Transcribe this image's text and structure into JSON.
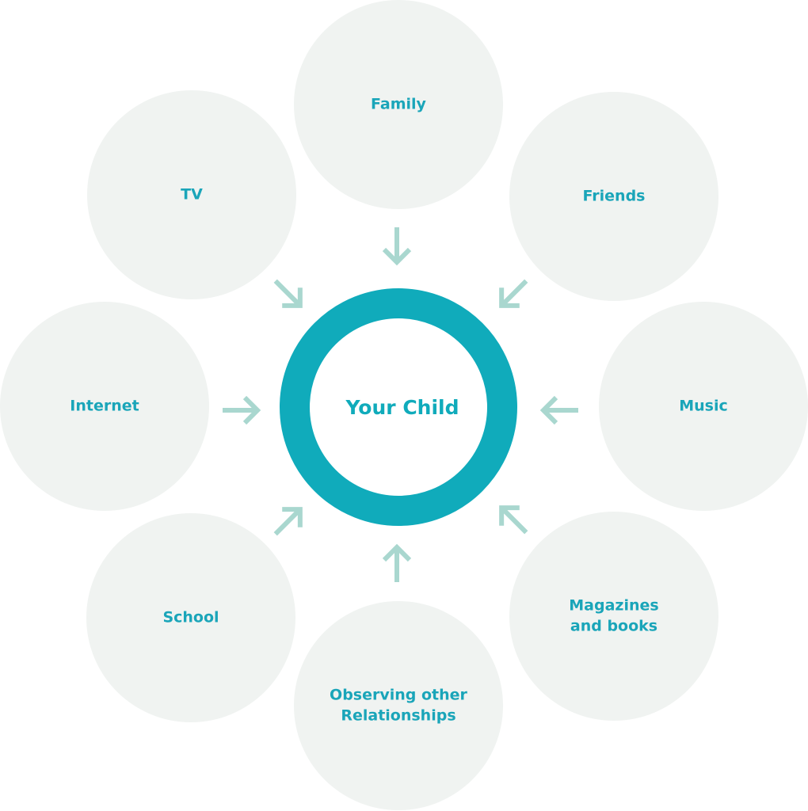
{
  "colors": {
    "accent": "#10abbb",
    "text": "#1aa5b9",
    "bubble": "#f0f3f1",
    "arrow": "#a9d7cf",
    "background": "#ffffff"
  },
  "center": {
    "label": "Your Child"
  },
  "influences": [
    {
      "id": "family",
      "lines": [
        "Family"
      ]
    },
    {
      "id": "friends",
      "lines": [
        "Friends"
      ]
    },
    {
      "id": "music",
      "lines": [
        "Music"
      ]
    },
    {
      "id": "magazines-and-books",
      "lines": [
        "Magazines",
        "and books"
      ]
    },
    {
      "id": "observing-other-relationships",
      "lines": [
        "Observing other",
        "Relationships"
      ]
    },
    {
      "id": "school",
      "lines": [
        "School"
      ]
    },
    {
      "id": "internet",
      "lines": [
        "Internet"
      ]
    },
    {
      "id": "tv",
      "lines": [
        "TV"
      ]
    }
  ],
  "arrow_icon": "arrow-pointing-inward-icon"
}
